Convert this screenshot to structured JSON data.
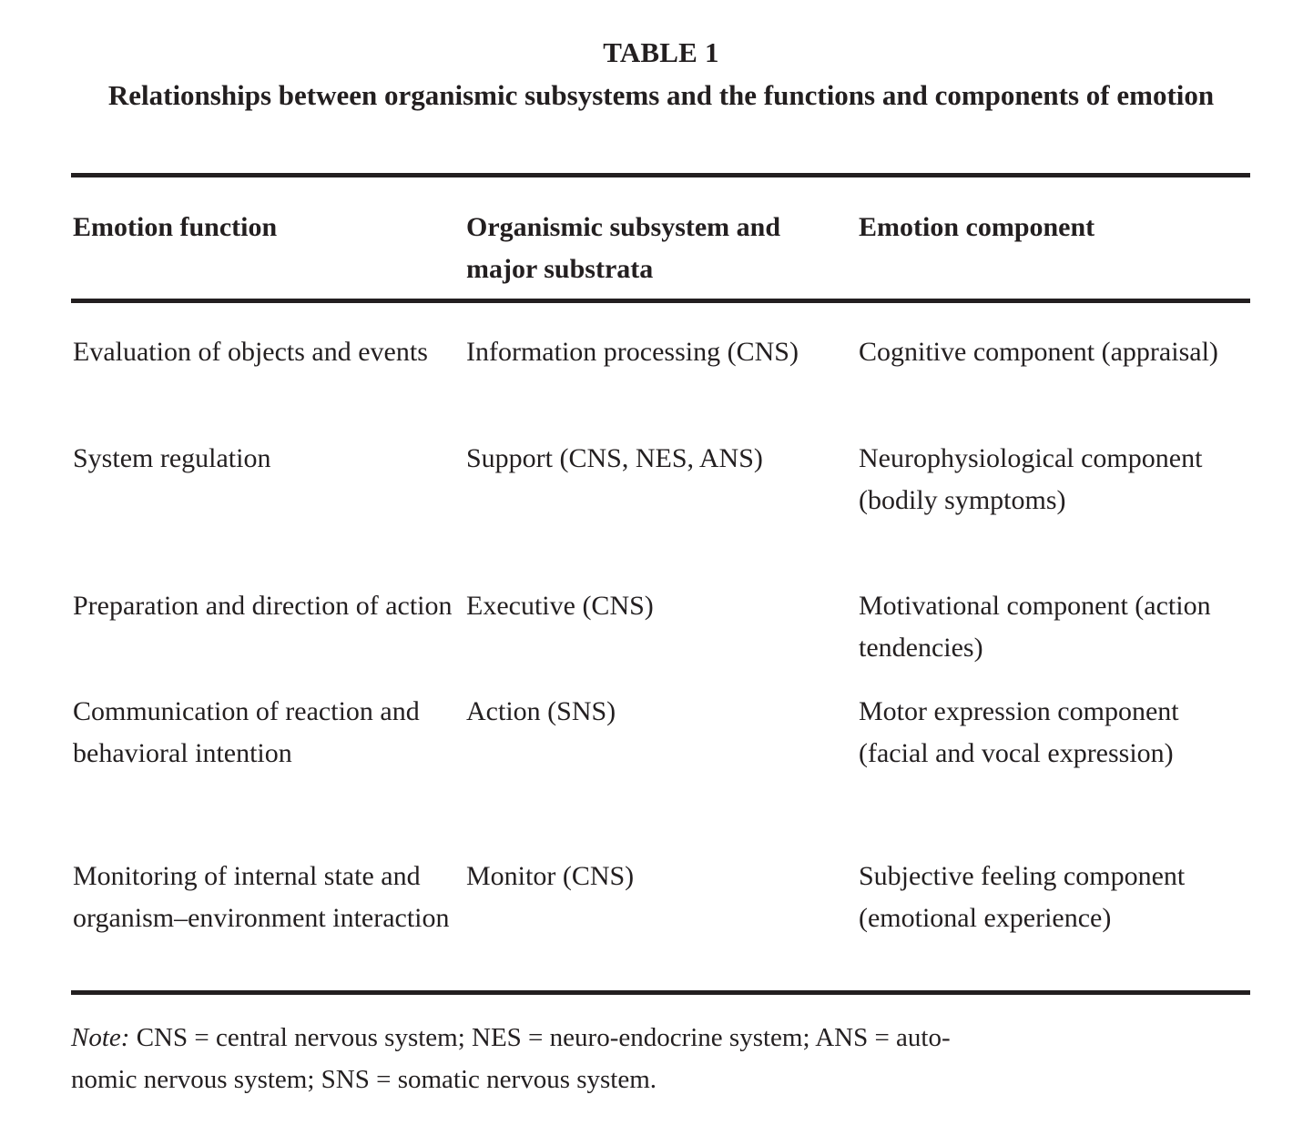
{
  "title": {
    "number": "TABLE 1",
    "caption": "Relationships between organismic subsystems and the functions and components of emotion"
  },
  "table": {
    "headers": [
      "Emotion function",
      "Organismic subsystem and major substrata",
      "Emotion component"
    ],
    "rows": [
      {
        "function": "Evaluation of objects and events",
        "subsystem": "Information processing (CNS)",
        "component": "Cognitive component (appraisal)"
      },
      {
        "function": "System regulation",
        "subsystem": "Support (CNS, NES, ANS)",
        "component": "Neurophysiological component (bodily symptoms)"
      },
      {
        "function": "Preparation and direction of action",
        "subsystem": "Executive (CNS)",
        "component": "Motivational component (action tendencies)"
      },
      {
        "function": "Communication of reaction and behavioral intention",
        "subsystem": "Action (SNS)",
        "component": "Motor expression component (facial and vocal expression)"
      },
      {
        "function": "Monitoring of internal state and organism–environment interaction",
        "subsystem": "Monitor (CNS)",
        "component": "Subjective feeling component (emotional experience)"
      }
    ]
  },
  "note": {
    "label": "Note:",
    "line1": " CNS = central nervous system; NES = neuro-endocrine system; ANS = auto-",
    "line2": "nomic nervous system; SNS = somatic nervous system.",
    "full": "Note: CNS = central nervous system; NES = neuro-endocrine system; ANS = autonomic nervous system; SNS = somatic nervous system."
  },
  "colors": {
    "ink": "#231f20",
    "paper": "#ffffff"
  }
}
